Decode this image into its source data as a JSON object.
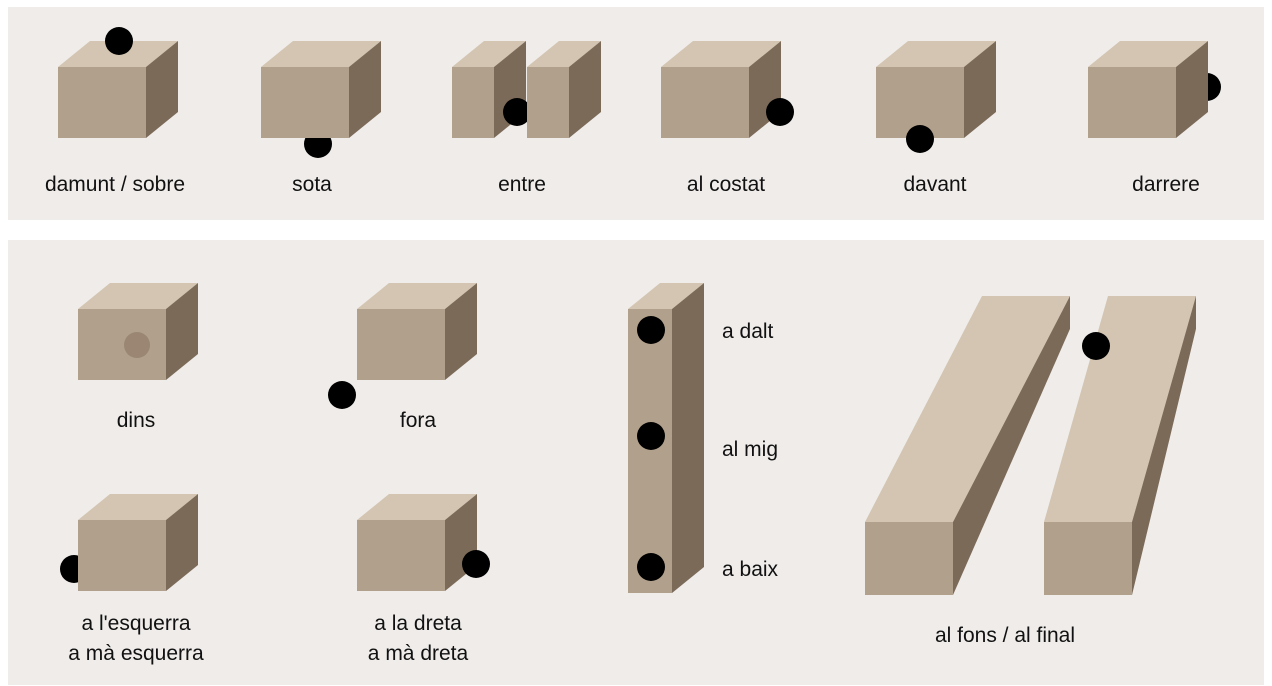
{
  "colors": {
    "panel": "#efecea",
    "box_top": "#d3c5b1",
    "box_front": "#b1a08b",
    "box_side": "#7c6a58",
    "ball": "#000000",
    "ball_inside": "#9a8672"
  },
  "labels": {
    "damunt": "damunt / sobre",
    "sota": "sota",
    "entre": "entre",
    "al_costat": "al costat",
    "davant": "davant",
    "darrere": "darrere",
    "dins": "dins",
    "fora": "fora",
    "a_dalt": "a dalt",
    "al_mig": "al mig",
    "a_baix": "a baix",
    "esquerra_1": "a l'esquerra",
    "esquerra_2": "a mà esquerra",
    "dreta_1": "a la dreta",
    "dreta_2": "a mà dreta",
    "al_fons": "al fons / al final"
  }
}
